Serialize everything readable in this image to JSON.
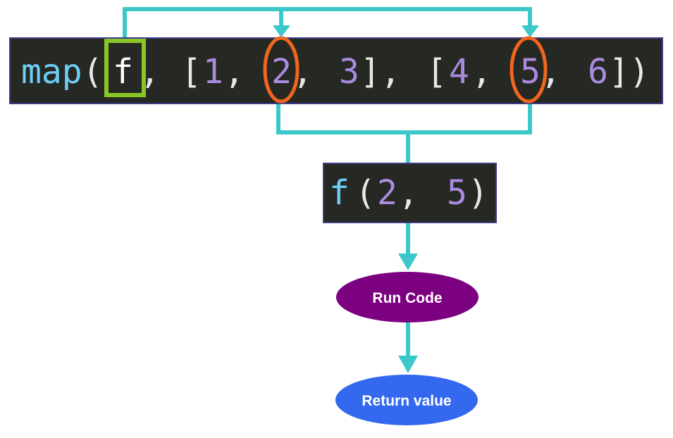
{
  "code_bar": {
    "tokens": [
      {
        "text": "map",
        "color": "#6dcff6"
      },
      {
        "text": "(",
        "color": "#e8e8e8"
      },
      {
        "text": "f",
        "color": "#ffffff"
      },
      {
        "text": ",",
        "color": "#e8e8e8"
      },
      {
        "text": "[",
        "color": "#e8e8e8"
      },
      {
        "text": "1",
        "color": "#a98be0"
      },
      {
        "text": ",",
        "color": "#e8e8e8"
      },
      {
        "text": "2",
        "color": "#a98be0"
      },
      {
        "text": ",",
        "color": "#e8e8e8"
      },
      {
        "text": "3",
        "color": "#a98be0"
      },
      {
        "text": "],",
        "color": "#e8e8e8"
      },
      {
        "text": "[",
        "color": "#e8e8e8"
      },
      {
        "text": "4",
        "color": "#a98be0"
      },
      {
        "text": ",",
        "color": "#e8e8e8"
      },
      {
        "text": "5",
        "color": "#a98be0"
      },
      {
        "text": ",",
        "color": "#e8e8e8"
      },
      {
        "text": "6",
        "color": "#a98be0"
      },
      {
        "text": "])",
        "color": "#e8e8e8"
      }
    ]
  },
  "call_box": {
    "tokens": [
      {
        "text": "f",
        "color": "#6dcff6"
      },
      {
        "text": "(",
        "color": "#e8e8e8"
      },
      {
        "text": "2",
        "color": "#a98be0"
      },
      {
        "text": ",",
        "color": "#e8e8e8"
      },
      {
        "text": "5",
        "color": "#a98be0"
      },
      {
        "text": ")",
        "color": "#e8e8e8"
      }
    ]
  },
  "nodes": {
    "run_code": "Run Code",
    "return_value": "Return value"
  },
  "colors": {
    "code_background": "#262823",
    "code_border": "#3f3c86",
    "connector": "#3cc8c8",
    "function_highlight": "#8ac628",
    "argument_highlight": "#f0661f",
    "run_code_fill": "#7c0180",
    "return_value_fill": "#3469ef",
    "node_text": "#ffffff"
  }
}
